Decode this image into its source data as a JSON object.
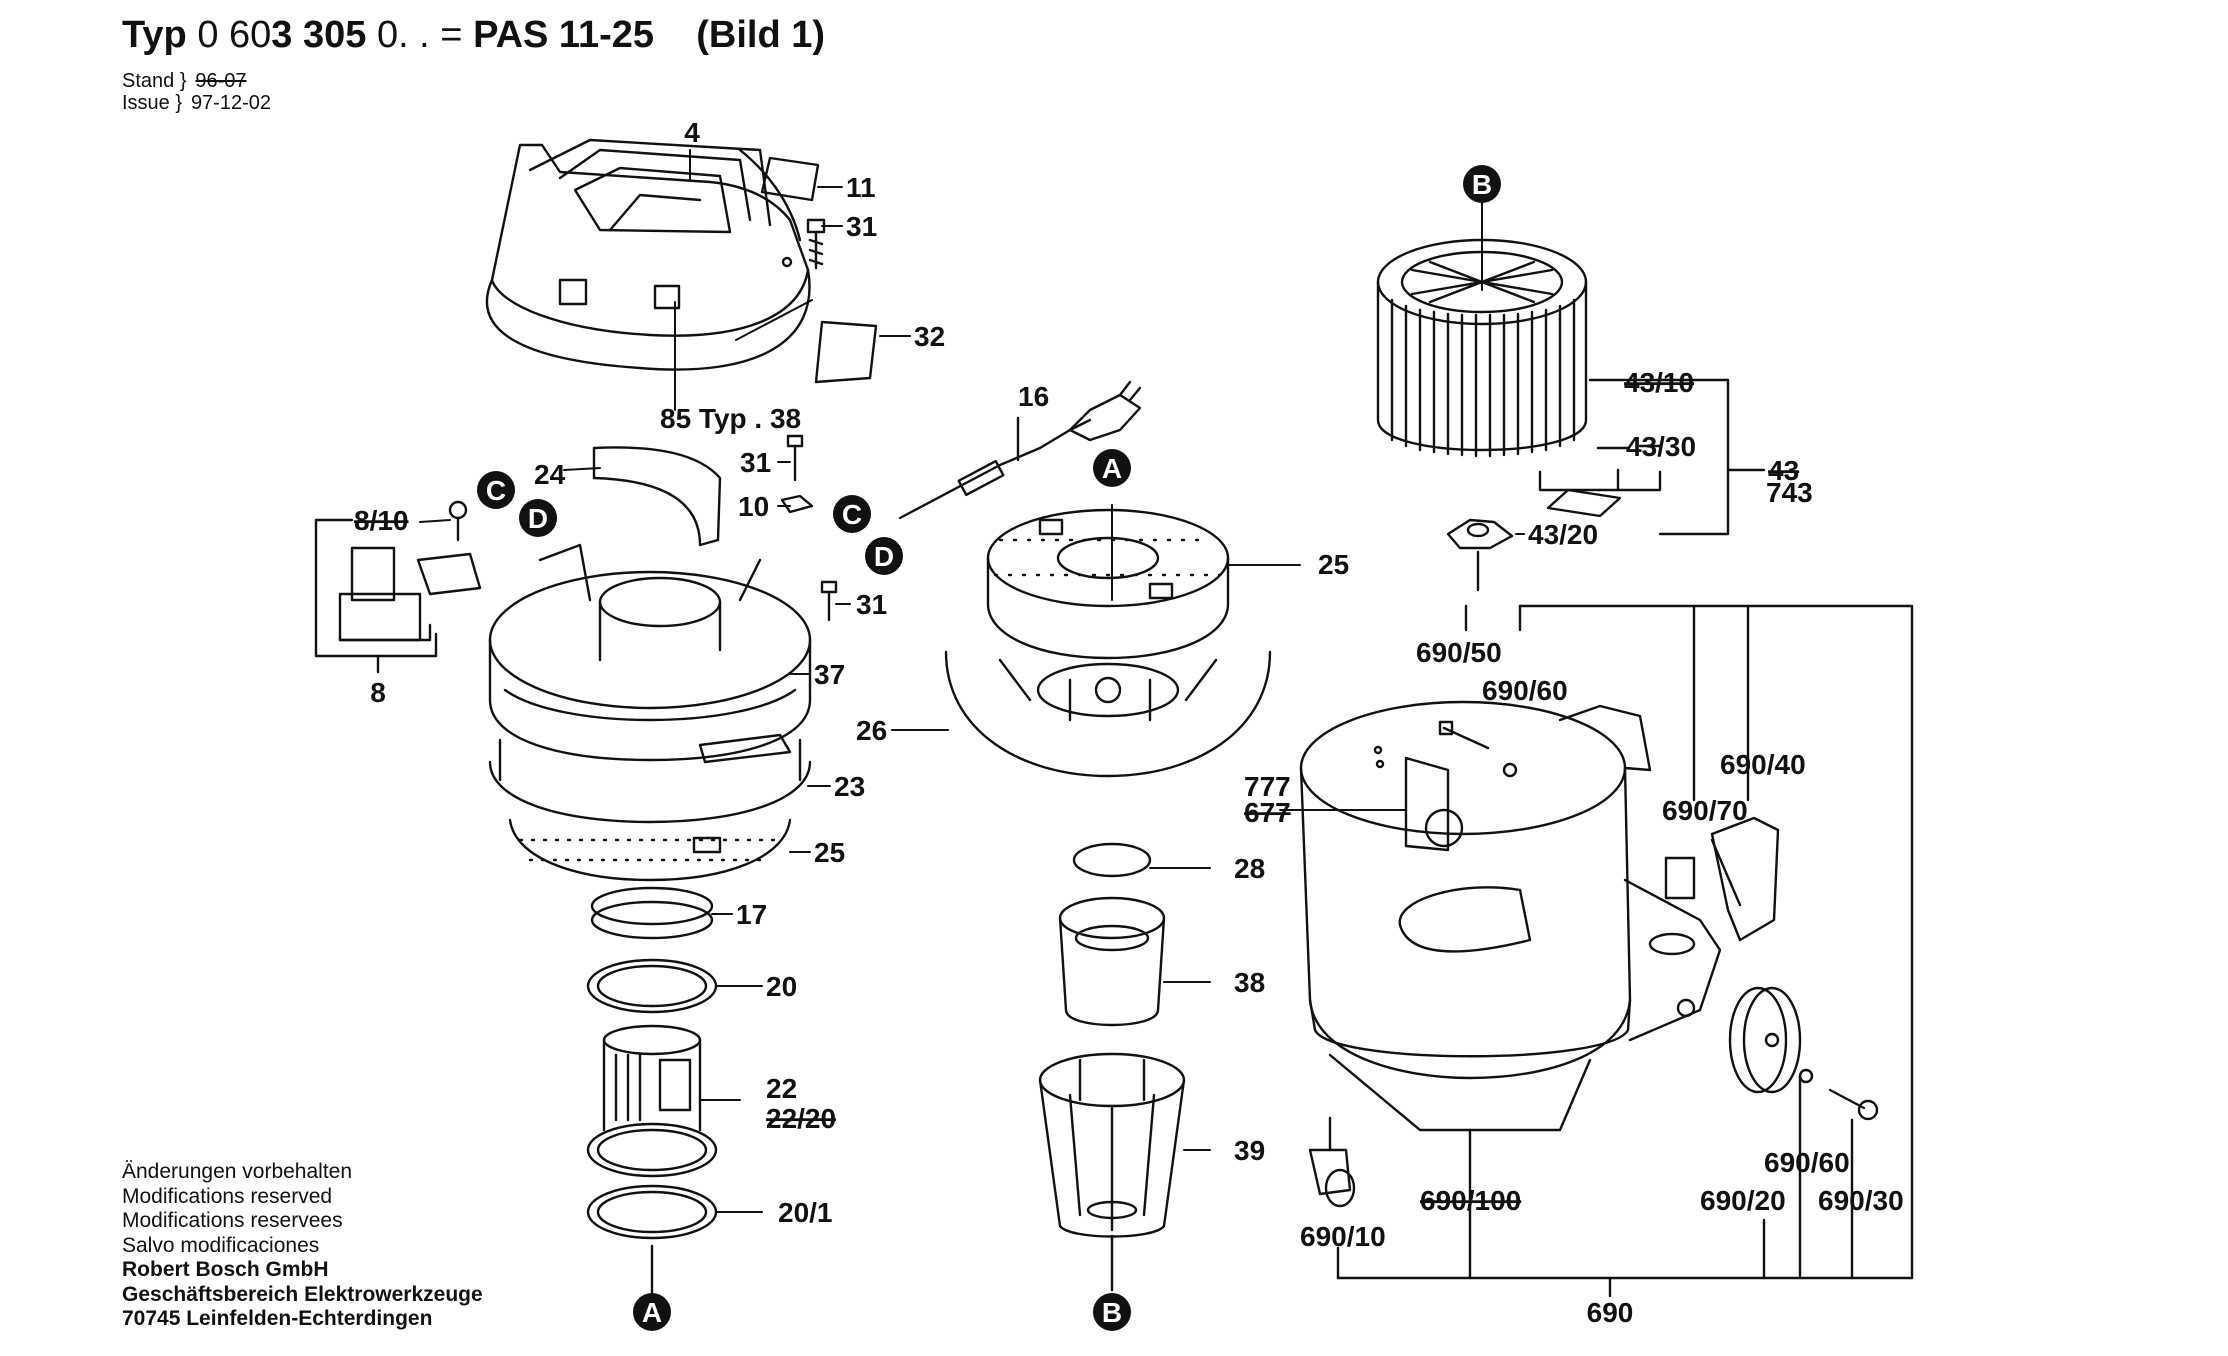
{
  "header": {
    "typ_word": "Typ",
    "typ_num_a": "0 60",
    "typ_num_b": "3 305",
    "typ_num_c": "0. . =",
    "model": "PAS 11-25",
    "bild": "(Bild 1)"
  },
  "meta": {
    "stand_label": "Stand",
    "stand_value": "96-07",
    "issue_label": "Issue",
    "issue_value": "97-12-02"
  },
  "notes": {
    "de": "Änderungen vorbehalten",
    "en": "Modifications reserved",
    "fr": "Modifications reservees",
    "es": "Salvo modificaciones",
    "company": "Robert Bosch GmbH",
    "division": "Geschäftsbereich Elektrowerkzeuge",
    "address": "70745 Leinfelden-Echterdingen"
  },
  "parts": {
    "p4": "4",
    "p11": "11",
    "p31a": "31",
    "p32": "32",
    "p85": "85 Typ . 38",
    "p24": "24",
    "p31b": "31",
    "p10": "10",
    "p31c": "31",
    "p8_10": "8/10",
    "p8": "8",
    "p37": "37",
    "p23": "23",
    "p25a": "25",
    "p17": "17",
    "p20": "20",
    "p22": "22",
    "p22_20": "22/20",
    "p20_1": "20/1",
    "p16": "16",
    "p25b": "25",
    "p26": "26",
    "p28": "28",
    "p38": "38",
    "p39": "39",
    "p43_10": "43/10",
    "p43_30": "43/30",
    "p43": "43",
    "p743": "743",
    "p43_20": "43/20",
    "p690_50": "690/50",
    "p690_60a": "690/60",
    "p690_40": "690/40",
    "p690_70": "690/70",
    "p777": "777",
    "p677": "677",
    "p690_100": "690/100",
    "p690_10": "690/10",
    "p690_60b": "690/60",
    "p690_20": "690/20",
    "p690_30": "690/30",
    "p690": "690"
  },
  "markers": {
    "a": "A",
    "b": "B",
    "c": "C",
    "d": "D"
  },
  "colors": {
    "ink": "#111111",
    "background": "#ffffff",
    "marker_fill": "#111111",
    "marker_text": "#ffffff"
  }
}
